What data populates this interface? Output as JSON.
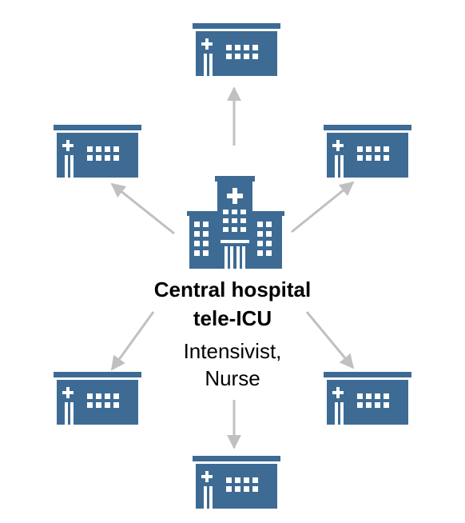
{
  "colors": {
    "building": "#3d6b94",
    "arrow": "#c0c0c0",
    "background": "#ffffff",
    "window": "#ffffff"
  },
  "icons": {
    "satellite": "hospital-icon",
    "central": "hospital-building-icon"
  },
  "center": {
    "title_line1": "Central hospital",
    "title_line2": "tele-ICU",
    "staff_line1": "Intensivist,",
    "staff_line2": "Nurse"
  }
}
